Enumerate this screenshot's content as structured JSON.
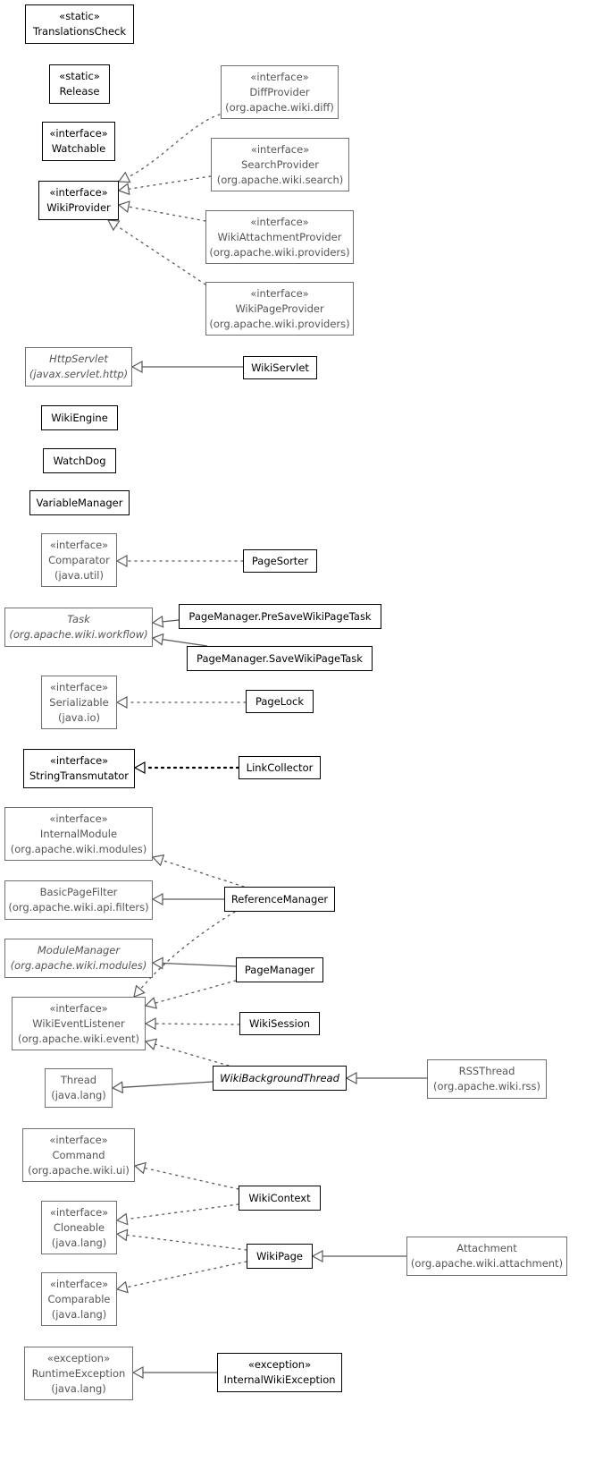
{
  "nodes": [
    {
      "id": "TranslationsCheck",
      "stereotype": "«static»",
      "name": "TranslationsCheck",
      "pkg": "",
      "ext": false,
      "abstract": false
    },
    {
      "id": "Release",
      "stereotype": "«static»",
      "name": "Release",
      "pkg": "",
      "ext": false,
      "abstract": false
    },
    {
      "id": "DiffProvider",
      "stereotype": "«interface»",
      "name": "DiffProvider",
      "pkg": "(org.apache.wiki.diff)",
      "ext": true,
      "abstract": false
    },
    {
      "id": "Watchable",
      "stereotype": "«interface»",
      "name": "Watchable",
      "pkg": "",
      "ext": false,
      "abstract": false
    },
    {
      "id": "SearchProvider",
      "stereotype": "«interface»",
      "name": "SearchProvider",
      "pkg": "(org.apache.wiki.search)",
      "ext": true,
      "abstract": false
    },
    {
      "id": "WikiProvider",
      "stereotype": "«interface»",
      "name": "WikiProvider",
      "pkg": "",
      "ext": false,
      "abstract": false
    },
    {
      "id": "WikiAttachmentProvider",
      "stereotype": "«interface»",
      "name": "WikiAttachmentProvider",
      "pkg": "(org.apache.wiki.providers)",
      "ext": true,
      "abstract": false
    },
    {
      "id": "WikiPageProvider",
      "stereotype": "«interface»",
      "name": "WikiPageProvider",
      "pkg": "(org.apache.wiki.providers)",
      "ext": true,
      "abstract": false
    },
    {
      "id": "HttpServlet",
      "stereotype": "",
      "name": "HttpServlet",
      "pkg": "(javax.servlet.http)",
      "ext": true,
      "abstract": true
    },
    {
      "id": "WikiServlet",
      "stereotype": "",
      "name": "WikiServlet",
      "pkg": "",
      "ext": false,
      "abstract": false
    },
    {
      "id": "WikiEngine",
      "stereotype": "",
      "name": "WikiEngine",
      "pkg": "",
      "ext": false,
      "abstract": false
    },
    {
      "id": "WatchDog",
      "stereotype": "",
      "name": "WatchDog",
      "pkg": "",
      "ext": false,
      "abstract": false
    },
    {
      "id": "VariableManager",
      "stereotype": "",
      "name": "VariableManager",
      "pkg": "",
      "ext": false,
      "abstract": false
    },
    {
      "id": "Comparator",
      "stereotype": "«interface»",
      "name": "Comparator",
      "pkg": "(java.util)",
      "ext": true,
      "abstract": false
    },
    {
      "id": "PageSorter",
      "stereotype": "",
      "name": "PageSorter",
      "pkg": "",
      "ext": false,
      "abstract": false
    },
    {
      "id": "Task",
      "stereotype": "",
      "name": "Task",
      "pkg": "(org.apache.wiki.workflow)",
      "ext": true,
      "abstract": true
    },
    {
      "id": "PreSaveWikiPageTask",
      "stereotype": "",
      "name": "PageManager.PreSaveWikiPageTask",
      "pkg": "",
      "ext": false,
      "abstract": false
    },
    {
      "id": "SaveWikiPageTask",
      "stereotype": "",
      "name": "PageManager.SaveWikiPageTask",
      "pkg": "",
      "ext": false,
      "abstract": false
    },
    {
      "id": "Serializable",
      "stereotype": "«interface»",
      "name": "Serializable",
      "pkg": "(java.io)",
      "ext": true,
      "abstract": false
    },
    {
      "id": "PageLock",
      "stereotype": "",
      "name": "PageLock",
      "pkg": "",
      "ext": false,
      "abstract": false
    },
    {
      "id": "StringTransmutator",
      "stereotype": "«interface»",
      "name": "StringTransmutator",
      "pkg": "",
      "ext": false,
      "abstract": false
    },
    {
      "id": "LinkCollector",
      "stereotype": "",
      "name": "LinkCollector",
      "pkg": "",
      "ext": false,
      "abstract": false
    },
    {
      "id": "InternalModule",
      "stereotype": "«interface»",
      "name": "InternalModule",
      "pkg": "(org.apache.wiki.modules)",
      "ext": true,
      "abstract": false
    },
    {
      "id": "BasicPageFilter",
      "stereotype": "",
      "name": "BasicPageFilter",
      "pkg": "(org.apache.wiki.api.filters)",
      "ext": true,
      "abstract": false
    },
    {
      "id": "ReferenceManager",
      "stereotype": "",
      "name": "ReferenceManager",
      "pkg": "",
      "ext": false,
      "abstract": false
    },
    {
      "id": "ModuleManager",
      "stereotype": "",
      "name": "ModuleManager",
      "pkg": "(org.apache.wiki.modules)",
      "ext": true,
      "abstract": true
    },
    {
      "id": "PageManager",
      "stereotype": "",
      "name": "PageManager",
      "pkg": "",
      "ext": false,
      "abstract": false
    },
    {
      "id": "WikiEventListener",
      "stereotype": "«interface»",
      "name": "WikiEventListener",
      "pkg": "(org.apache.wiki.event)",
      "ext": true,
      "abstract": false
    },
    {
      "id": "WikiSession",
      "stereotype": "",
      "name": "WikiSession",
      "pkg": "",
      "ext": false,
      "abstract": false
    },
    {
      "id": "Thread",
      "stereotype": "",
      "name": "Thread",
      "pkg": "(java.lang)",
      "ext": true,
      "abstract": false
    },
    {
      "id": "WikiBackgroundThread",
      "stereotype": "",
      "name": "WikiBackgroundThread",
      "pkg": "",
      "ext": false,
      "abstract": true
    },
    {
      "id": "RSSThread",
      "stereotype": "",
      "name": "RSSThread",
      "pkg": "(org.apache.wiki.rss)",
      "ext": true,
      "abstract": false
    },
    {
      "id": "Command",
      "stereotype": "«interface»",
      "name": "Command",
      "pkg": "(org.apache.wiki.ui)",
      "ext": true,
      "abstract": false
    },
    {
      "id": "WikiContext",
      "stereotype": "",
      "name": "WikiContext",
      "pkg": "",
      "ext": false,
      "abstract": false
    },
    {
      "id": "Cloneable",
      "stereotype": "«interface»",
      "name": "Cloneable",
      "pkg": "(java.lang)",
      "ext": true,
      "abstract": false
    },
    {
      "id": "WikiPage",
      "stereotype": "",
      "name": "WikiPage",
      "pkg": "",
      "ext": false,
      "abstract": false
    },
    {
      "id": "Attachment",
      "stereotype": "",
      "name": "Attachment",
      "pkg": "(org.apache.wiki.attachment)",
      "ext": true,
      "abstract": false
    },
    {
      "id": "Comparable",
      "stereotype": "«interface»",
      "name": "Comparable",
      "pkg": "(java.lang)",
      "ext": true,
      "abstract": false
    },
    {
      "id": "RuntimeException",
      "stereotype": "«exception»",
      "name": "RuntimeException",
      "pkg": "(java.lang)",
      "ext": true,
      "abstract": false
    },
    {
      "id": "InternalWikiException",
      "stereotype": "«exception»",
      "name": "InternalWikiException",
      "pkg": "",
      "ext": false,
      "abstract": false
    }
  ],
  "edges": [
    {
      "from": "DiffProvider",
      "to": "WikiProvider",
      "kind": "realization"
    },
    {
      "from": "SearchProvider",
      "to": "WikiProvider",
      "kind": "realization"
    },
    {
      "from": "WikiAttachmentProvider",
      "to": "WikiProvider",
      "kind": "realization"
    },
    {
      "from": "WikiPageProvider",
      "to": "WikiProvider",
      "kind": "realization"
    },
    {
      "from": "WikiServlet",
      "to": "HttpServlet",
      "kind": "generalization"
    },
    {
      "from": "PageSorter",
      "to": "Comparator",
      "kind": "realization"
    },
    {
      "from": "PreSaveWikiPageTask",
      "to": "Task",
      "kind": "generalization"
    },
    {
      "from": "SaveWikiPageTask",
      "to": "Task",
      "kind": "generalization"
    },
    {
      "from": "PageLock",
      "to": "Serializable",
      "kind": "realization"
    },
    {
      "from": "LinkCollector",
      "to": "StringTransmutator",
      "kind": "realization"
    },
    {
      "from": "ReferenceManager",
      "to": "InternalModule",
      "kind": "realization"
    },
    {
      "from": "ReferenceManager",
      "to": "BasicPageFilter",
      "kind": "generalization"
    },
    {
      "from": "ReferenceManager",
      "to": "WikiEventListener",
      "kind": "realization"
    },
    {
      "from": "PageManager",
      "to": "ModuleManager",
      "kind": "generalization"
    },
    {
      "from": "PageManager",
      "to": "WikiEventListener",
      "kind": "realization"
    },
    {
      "from": "WikiSession",
      "to": "WikiEventListener",
      "kind": "realization"
    },
    {
      "from": "WikiBackgroundThread",
      "to": "WikiEventListener",
      "kind": "realization"
    },
    {
      "from": "WikiBackgroundThread",
      "to": "Thread",
      "kind": "generalization"
    },
    {
      "from": "RSSThread",
      "to": "WikiBackgroundThread",
      "kind": "generalization"
    },
    {
      "from": "WikiContext",
      "to": "Command",
      "kind": "realization"
    },
    {
      "from": "WikiContext",
      "to": "Cloneable",
      "kind": "realization"
    },
    {
      "from": "WikiPage",
      "to": "Cloneable",
      "kind": "realization"
    },
    {
      "from": "WikiPage",
      "to": "Comparable",
      "kind": "realization"
    },
    {
      "from": "Attachment",
      "to": "WikiPage",
      "kind": "generalization"
    },
    {
      "from": "InternalWikiException",
      "to": "RuntimeException",
      "kind": "generalization"
    }
  ]
}
